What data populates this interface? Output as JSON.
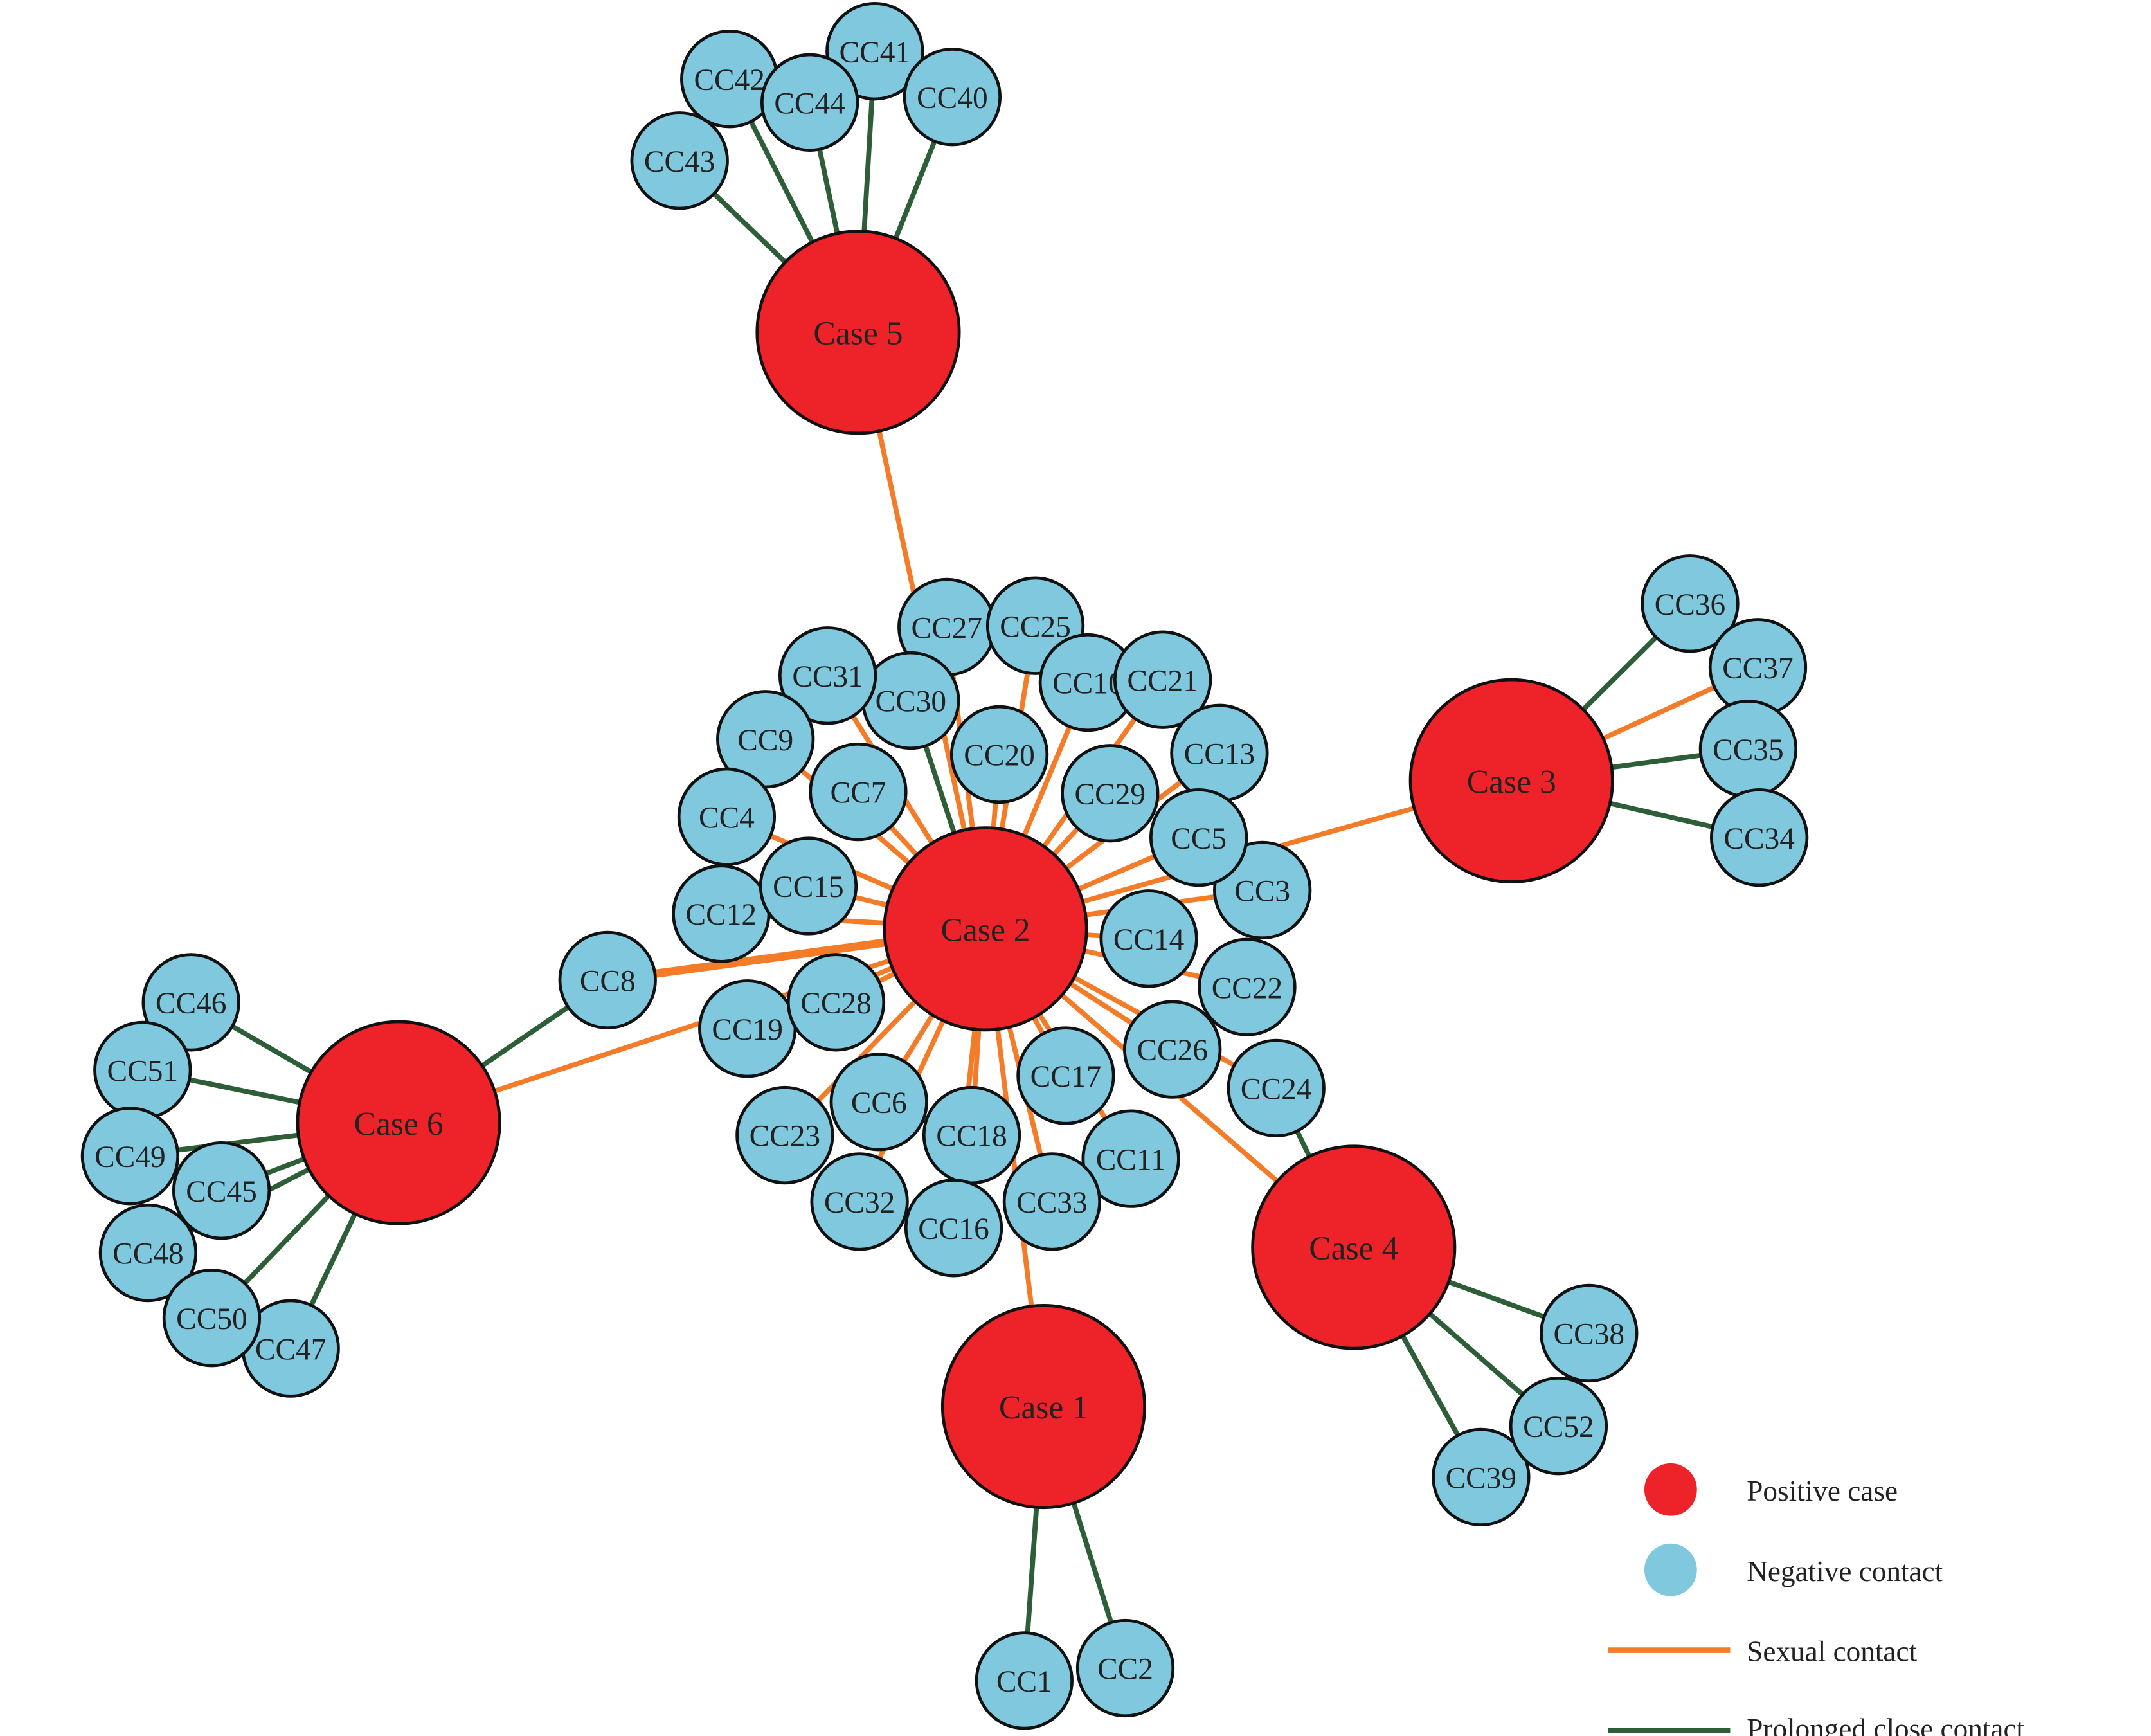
{
  "colors": {
    "positive_case": "#EE2229",
    "negative_contact": "#80C8DE",
    "sexual_contact": "#F47B28",
    "prolonged_close_contact": "#2E5E38",
    "outline": "#111111"
  },
  "nodes": [
    {
      "id": "Case 1",
      "type": "positive"
    },
    {
      "id": "Case 2",
      "type": "positive"
    },
    {
      "id": "Case 3",
      "type": "positive"
    },
    {
      "id": "Case 4",
      "type": "positive"
    },
    {
      "id": "Case 5",
      "type": "positive"
    },
    {
      "id": "Case 6",
      "type": "positive"
    },
    {
      "id": "CC1",
      "type": "negative"
    },
    {
      "id": "CC2",
      "type": "negative"
    },
    {
      "id": "CC3",
      "type": "negative"
    },
    {
      "id": "CC4",
      "type": "negative"
    },
    {
      "id": "CC5",
      "type": "negative"
    },
    {
      "id": "CC6",
      "type": "negative"
    },
    {
      "id": "CC7",
      "type": "negative"
    },
    {
      "id": "CC8",
      "type": "negative"
    },
    {
      "id": "CC9",
      "type": "negative"
    },
    {
      "id": "CC10",
      "type": "negative"
    },
    {
      "id": "CC11",
      "type": "negative"
    },
    {
      "id": "CC12",
      "type": "negative"
    },
    {
      "id": "CC13",
      "type": "negative"
    },
    {
      "id": "CC14",
      "type": "negative"
    },
    {
      "id": "CC15",
      "type": "negative"
    },
    {
      "id": "CC16",
      "type": "negative"
    },
    {
      "id": "CC17",
      "type": "negative"
    },
    {
      "id": "CC18",
      "type": "negative"
    },
    {
      "id": "CC19",
      "type": "negative"
    },
    {
      "id": "CC20",
      "type": "negative"
    },
    {
      "id": "CC21",
      "type": "negative"
    },
    {
      "id": "CC22",
      "type": "negative"
    },
    {
      "id": "CC23",
      "type": "negative"
    },
    {
      "id": "CC24",
      "type": "negative"
    },
    {
      "id": "CC25",
      "type": "negative"
    },
    {
      "id": "CC26",
      "type": "negative"
    },
    {
      "id": "CC27",
      "type": "negative"
    },
    {
      "id": "CC28",
      "type": "negative"
    },
    {
      "id": "CC29",
      "type": "negative"
    },
    {
      "id": "CC30",
      "type": "negative"
    },
    {
      "id": "CC31",
      "type": "negative"
    },
    {
      "id": "CC32",
      "type": "negative"
    },
    {
      "id": "CC33",
      "type": "negative"
    },
    {
      "id": "CC34",
      "type": "negative"
    },
    {
      "id": "CC35",
      "type": "negative"
    },
    {
      "id": "CC36",
      "type": "negative"
    },
    {
      "id": "CC37",
      "type": "negative"
    },
    {
      "id": "CC38",
      "type": "negative"
    },
    {
      "id": "CC39",
      "type": "negative"
    },
    {
      "id": "CC40",
      "type": "negative"
    },
    {
      "id": "CC41",
      "type": "negative"
    },
    {
      "id": "CC42",
      "type": "negative"
    },
    {
      "id": "CC43",
      "type": "negative"
    },
    {
      "id": "CC44",
      "type": "negative"
    },
    {
      "id": "CC45",
      "type": "negative"
    },
    {
      "id": "CC46",
      "type": "negative"
    },
    {
      "id": "CC47",
      "type": "negative"
    },
    {
      "id": "CC48",
      "type": "negative"
    },
    {
      "id": "CC49",
      "type": "negative"
    },
    {
      "id": "CC50",
      "type": "negative"
    },
    {
      "id": "CC51",
      "type": "negative"
    },
    {
      "id": "CC52",
      "type": "negative"
    }
  ],
  "edges": [
    {
      "source": "Case 2",
      "target": "Case 5",
      "type": "sexual"
    },
    {
      "source": "Case 2",
      "target": "Case 3",
      "type": "sexual"
    },
    {
      "source": "Case 2",
      "target": "Case 6",
      "type": "sexual"
    },
    {
      "source": "Case 2",
      "target": "Case 4",
      "type": "sexual"
    },
    {
      "source": "Case 2",
      "target": "Case 1",
      "type": "sexual"
    },
    {
      "source": "Case 2",
      "target": "CC8",
      "type": "sexual"
    },
    {
      "source": "Case 2",
      "target": "CC3",
      "type": "sexual"
    },
    {
      "source": "Case 2",
      "target": "CC4",
      "type": "sexual"
    },
    {
      "source": "Case 2",
      "target": "CC5",
      "type": "sexual"
    },
    {
      "source": "Case 2",
      "target": "CC6",
      "type": "sexual"
    },
    {
      "source": "Case 2",
      "target": "CC7",
      "type": "sexual"
    },
    {
      "source": "Case 2",
      "target": "CC9",
      "type": "sexual"
    },
    {
      "source": "Case 2",
      "target": "CC10",
      "type": "sexual"
    },
    {
      "source": "Case 2",
      "target": "CC11",
      "type": "sexual"
    },
    {
      "source": "Case 2",
      "target": "CC12",
      "type": "sexual"
    },
    {
      "source": "Case 2",
      "target": "CC13",
      "type": "sexual"
    },
    {
      "source": "Case 2",
      "target": "CC14",
      "type": "sexual"
    },
    {
      "source": "Case 2",
      "target": "CC15",
      "type": "sexual"
    },
    {
      "source": "Case 2",
      "target": "CC16",
      "type": "sexual"
    },
    {
      "source": "Case 2",
      "target": "CC17",
      "type": "sexual"
    },
    {
      "source": "Case 2",
      "target": "CC18",
      "type": "sexual"
    },
    {
      "source": "Case 2",
      "target": "CC19",
      "type": "sexual"
    },
    {
      "source": "Case 2",
      "target": "CC20",
      "type": "sexual"
    },
    {
      "source": "Case 2",
      "target": "CC21",
      "type": "sexual"
    },
    {
      "source": "Case 2",
      "target": "CC22",
      "type": "sexual"
    },
    {
      "source": "Case 2",
      "target": "CC23",
      "type": "sexual"
    },
    {
      "source": "Case 2",
      "target": "CC24",
      "type": "sexual"
    },
    {
      "source": "Case 2",
      "target": "CC25",
      "type": "sexual"
    },
    {
      "source": "Case 2",
      "target": "CC26",
      "type": "sexual"
    },
    {
      "source": "Case 2",
      "target": "CC27",
      "type": "sexual"
    },
    {
      "source": "Case 2",
      "target": "CC28",
      "type": "sexual"
    },
    {
      "source": "Case 2",
      "target": "CC29",
      "type": "sexual"
    },
    {
      "source": "Case 2",
      "target": "CC30",
      "type": "prolonged"
    },
    {
      "source": "Case 2",
      "target": "CC31",
      "type": "sexual"
    },
    {
      "source": "Case 2",
      "target": "CC32",
      "type": "sexual"
    },
    {
      "source": "Case 2",
      "target": "CC33",
      "type": "sexual"
    },
    {
      "source": "Case 1",
      "target": "CC1",
      "type": "prolonged"
    },
    {
      "source": "Case 1",
      "target": "CC2",
      "type": "prolonged"
    },
    {
      "source": "Case 3",
      "target": "CC34",
      "type": "prolonged"
    },
    {
      "source": "Case 3",
      "target": "CC35",
      "type": "prolonged"
    },
    {
      "source": "Case 3",
      "target": "CC36",
      "type": "prolonged"
    },
    {
      "source": "Case 3",
      "target": "CC37",
      "type": "sexual"
    },
    {
      "source": "Case 4",
      "target": "CC24",
      "type": "prolonged"
    },
    {
      "source": "Case 4",
      "target": "CC38",
      "type": "prolonged"
    },
    {
      "source": "Case 4",
      "target": "CC39",
      "type": "prolonged"
    },
    {
      "source": "Case 4",
      "target": "CC52",
      "type": "prolonged"
    },
    {
      "source": "Case 5",
      "target": "CC40",
      "type": "prolonged"
    },
    {
      "source": "Case 5",
      "target": "CC41",
      "type": "prolonged"
    },
    {
      "source": "Case 5",
      "target": "CC42",
      "type": "prolonged"
    },
    {
      "source": "Case 5",
      "target": "CC43",
      "type": "prolonged"
    },
    {
      "source": "Case 5",
      "target": "CC44",
      "type": "prolonged"
    },
    {
      "source": "Case 6",
      "target": "CC8",
      "type": "prolonged"
    },
    {
      "source": "Case 6",
      "target": "CC45",
      "type": "prolonged"
    },
    {
      "source": "Case 6",
      "target": "CC46",
      "type": "prolonged"
    },
    {
      "source": "Case 6",
      "target": "CC47",
      "type": "prolonged"
    },
    {
      "source": "Case 6",
      "target": "CC48",
      "type": "prolonged"
    },
    {
      "source": "Case 6",
      "target": "CC49",
      "type": "prolonged"
    },
    {
      "source": "Case 6",
      "target": "CC50",
      "type": "prolonged"
    },
    {
      "source": "Case 6",
      "target": "CC51",
      "type": "prolonged"
    }
  ],
  "legend": {
    "positive_case": "Positive case",
    "negative_contact": "Negative contact",
    "sexual_contact": "Sexual contact",
    "prolonged_close_contact": "Prolonged close contact"
  }
}
